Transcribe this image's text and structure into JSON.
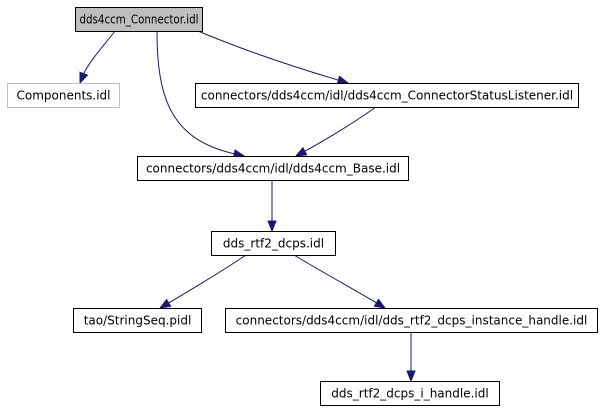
{
  "graph": {
    "colors": {
      "edge": "#191970",
      "root_fill": "#bfbfbf",
      "node_fill": "#ffffff",
      "node_border": "#000000",
      "external_border": "#bfbfbf"
    },
    "nodes": [
      {
        "id": "connector",
        "label": "dds4ccm_Connector.idl",
        "kind": "root"
      },
      {
        "id": "components",
        "label": "Components.idl",
        "kind": "external"
      },
      {
        "id": "status_listener",
        "label": "connectors/dds4ccm/idl/dds4ccm_ConnectorStatusListener.idl",
        "kind": "normal"
      },
      {
        "id": "base",
        "label": "connectors/dds4ccm/idl/dds4ccm_Base.idl",
        "kind": "normal"
      },
      {
        "id": "rtf2_dcps",
        "label": "dds_rtf2_dcps.idl",
        "kind": "normal"
      },
      {
        "id": "stringseq",
        "label": "tao/StringSeq.pidl",
        "kind": "normal"
      },
      {
        "id": "instance_handle",
        "label": "connectors/dds4ccm/idl/dds_rtf2_dcps_instance_handle.idl",
        "kind": "normal"
      },
      {
        "id": "i_handle",
        "label": "dds_rtf2_dcps_i_handle.idl",
        "kind": "normal"
      }
    ],
    "edges": [
      {
        "from": "connector",
        "to": "components"
      },
      {
        "from": "connector",
        "to": "base"
      },
      {
        "from": "connector",
        "to": "status_listener"
      },
      {
        "from": "status_listener",
        "to": "base"
      },
      {
        "from": "base",
        "to": "rtf2_dcps"
      },
      {
        "from": "rtf2_dcps",
        "to": "stringseq"
      },
      {
        "from": "rtf2_dcps",
        "to": "instance_handle"
      },
      {
        "from": "instance_handle",
        "to": "i_handle"
      }
    ]
  }
}
